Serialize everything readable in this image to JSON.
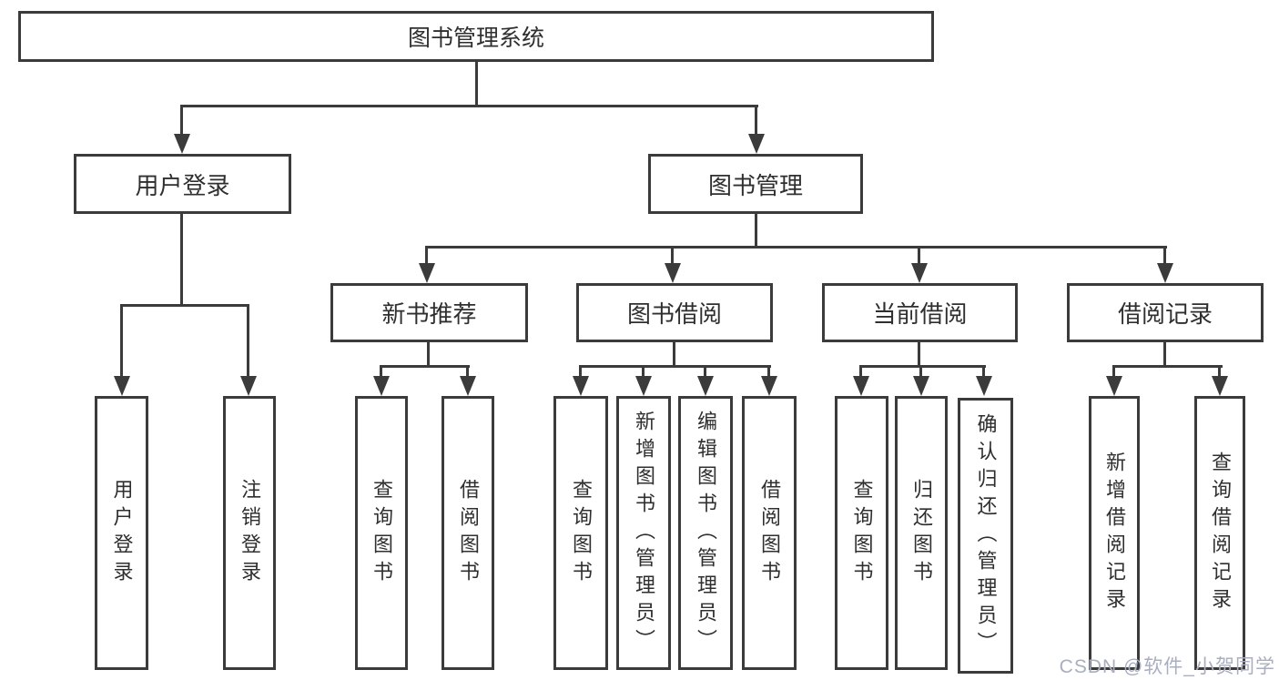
{
  "tree": {
    "label": "图书管理系统",
    "children": [
      {
        "label": "用户登录",
        "children": [
          {
            "label": "用户登录"
          },
          {
            "label": "注销登录"
          }
        ]
      },
      {
        "label": "图书管理",
        "children": [
          {
            "label": "新书推荐",
            "children": [
              {
                "label": "查询图书"
              },
              {
                "label": "借阅图书"
              }
            ]
          },
          {
            "label": "图书借阅",
            "children": [
              {
                "label": "查询图书"
              },
              {
                "label": "新增图书（管理员）"
              },
              {
                "label": "编辑图书（管理员）"
              },
              {
                "label": "借阅图书"
              }
            ]
          },
          {
            "label": "当前借阅",
            "children": [
              {
                "label": "查询图书"
              },
              {
                "label": "归还图书"
              },
              {
                "label": "确认归还（管理员）"
              }
            ]
          },
          {
            "label": "借阅记录",
            "children": [
              {
                "label": "新增借阅记录"
              },
              {
                "label": "查询借阅记录"
              }
            ]
          }
        ]
      }
    ]
  },
  "watermark": "CSDN @软件_小贺同学",
  "colors": {
    "line": "#3b3b3b",
    "node_text": "#2f2f2f",
    "node_fill": "#ffffff",
    "background": "#ffffff",
    "watermark": "#a9aec0"
  }
}
